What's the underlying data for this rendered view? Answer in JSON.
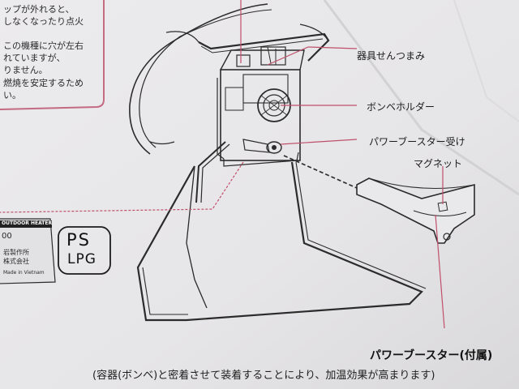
{
  "note_box": {
    "lines": [
      "ップが外れると、",
      "しなくなったり点火",
      "",
      "この機種に穴が左右",
      "れていますが、",
      "りません。",
      "燃焼を安定するため",
      "い。"
    ]
  },
  "callouts": {
    "fire_knob": "器具せんつまみ",
    "cylinder_holder": "ボンベホルダー",
    "booster_receiver": "パワーブースター受け",
    "magnet": "マグネット"
  },
  "caption": {
    "title": "パワーブースター(付属)",
    "subtitle": "(容器(ボンベ)と密着させて装着することにより、加温効果が高まります)"
  },
  "rating_label": {
    "header": "OUTDOOR HEATER",
    "model": "00",
    "maker": "岩製作所",
    "company": "株式会社",
    "origin": "Made in Vietnam"
  },
  "ps_mark": {
    "top": "PS",
    "bottom": "LPG"
  },
  "colors": {
    "paper": "#e7e6e8",
    "line": "#2b2b2b",
    "leader": "#c0506b"
  }
}
